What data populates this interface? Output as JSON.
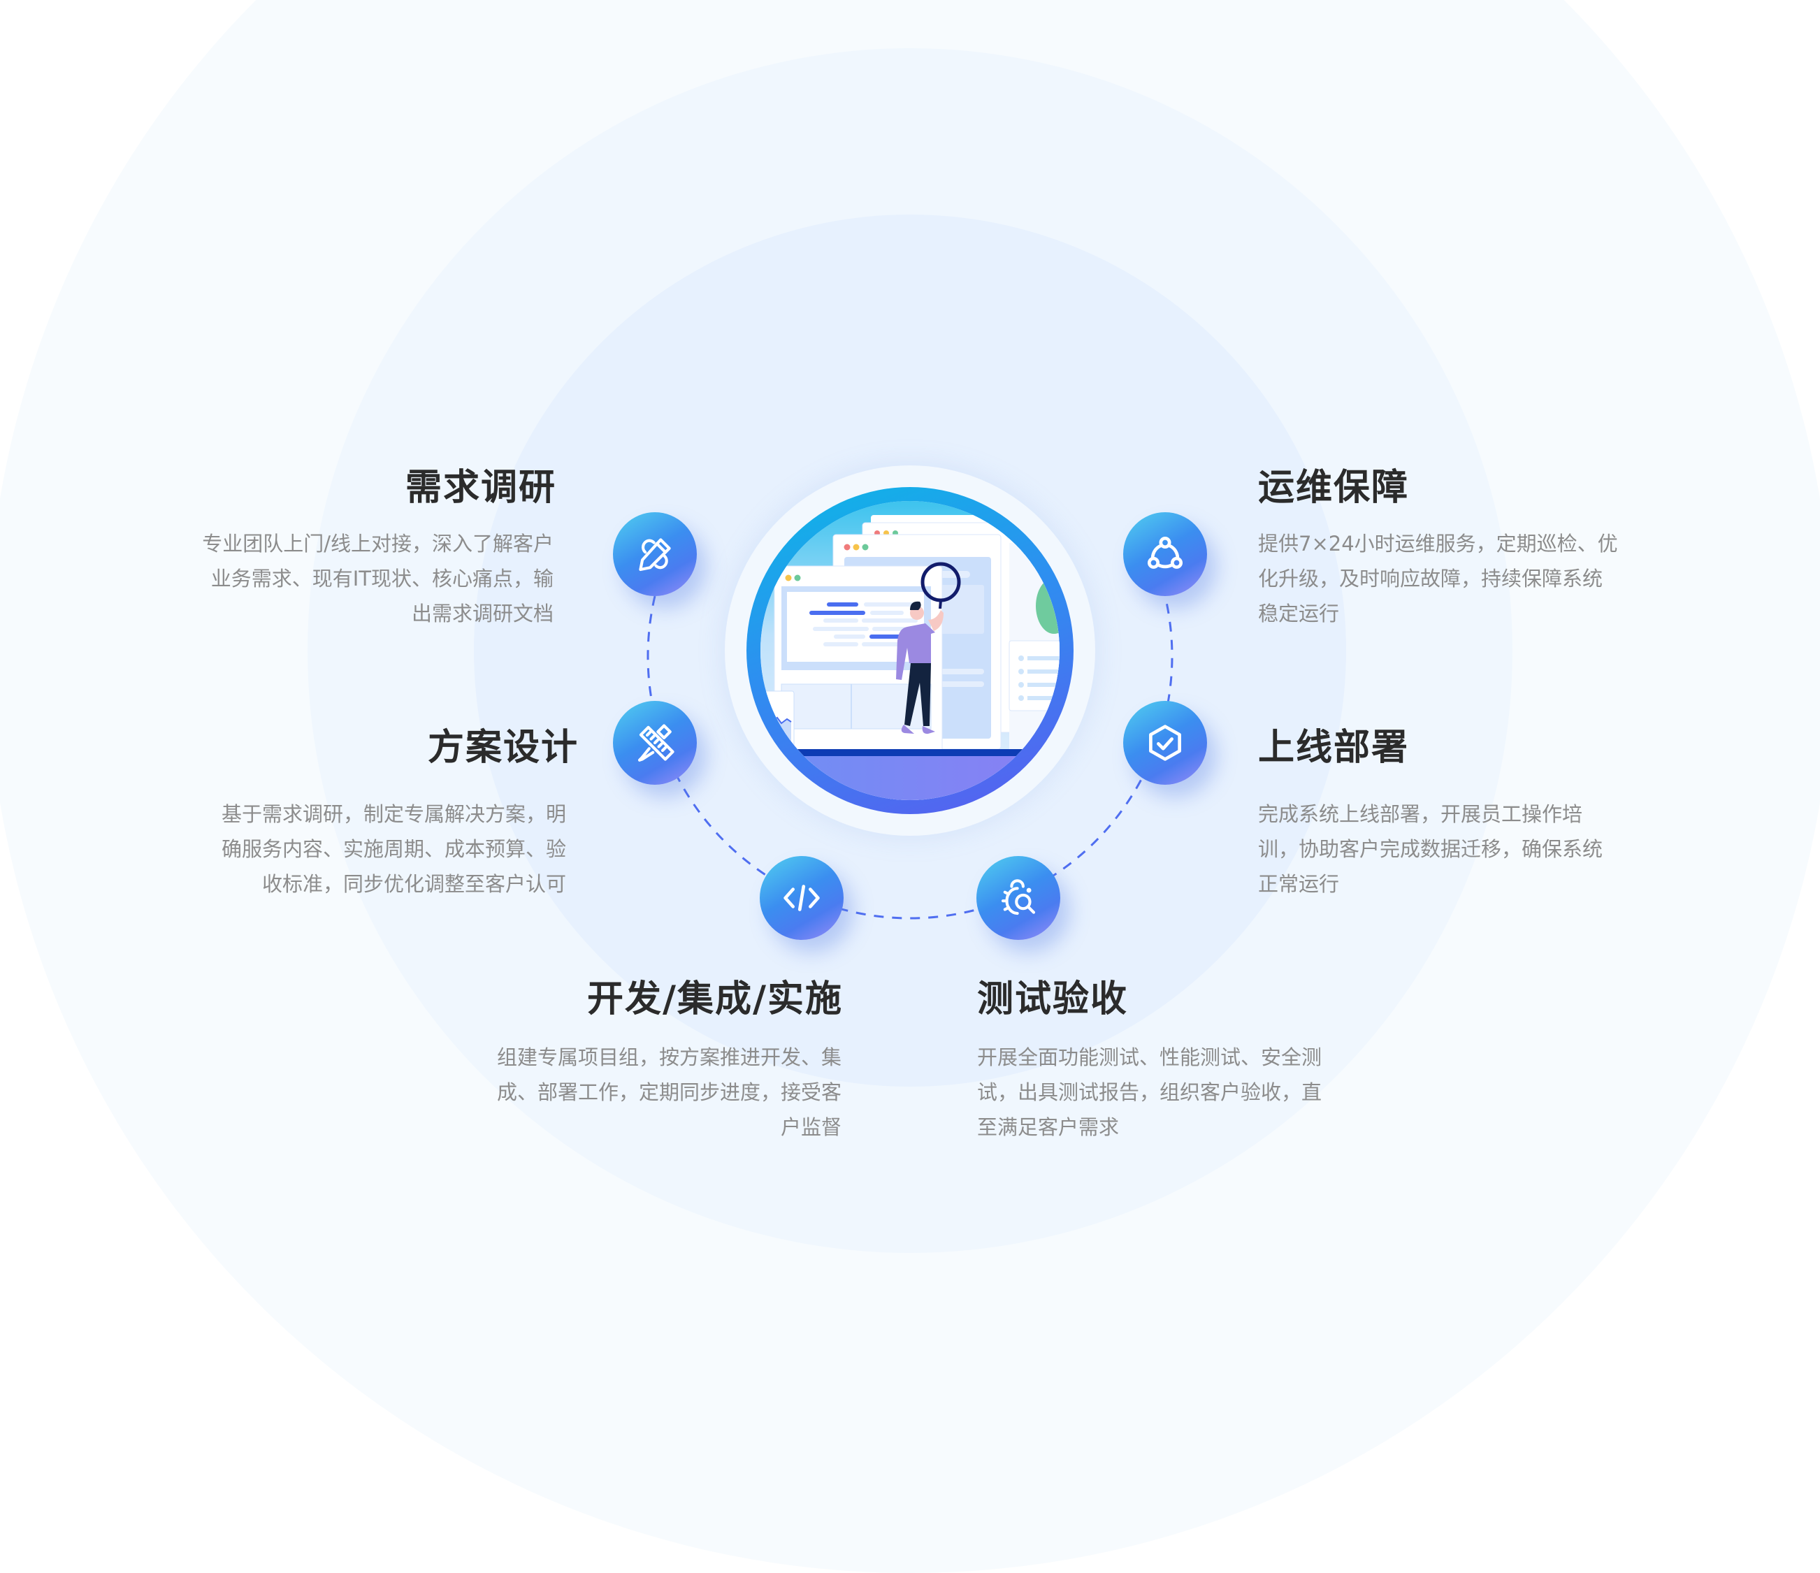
{
  "diagram": {
    "center_illustration": "person-with-magnifier-over-web-pages",
    "colors": {
      "title": "#2b2b2b",
      "description": "#8c8c8c",
      "icon_gradient_start": "#52d0ef",
      "icon_gradient_mid": "#3b8ef0",
      "icon_gradient_end": "#9a8ef8",
      "dashed_arc": "#4f6ef0",
      "ring_outer": "#f7fbfe",
      "ring_middle": "#f0f7fe",
      "ring_inner": "#e7f1fe"
    },
    "steps": [
      {
        "id": "research",
        "icon": "pencil-edit-icon",
        "title": "需求调研",
        "description_lines": [
          "专业团队上门/线上对接，深入了解客户",
          "业务需求、现有IT现状、核心痛点，输",
          "出需求调研文档"
        ]
      },
      {
        "id": "design",
        "icon": "ruler-pencil-icon",
        "title": "方案设计",
        "description_lines": [
          "基于需求调研，制定专属解决方案，明",
          "确服务内容、实施周期、成本预算、验",
          "收标准，同步优化调整至客户认可"
        ]
      },
      {
        "id": "develop",
        "icon": "code-icon",
        "title": "开发/集成/实施",
        "description_lines": [
          "组建专属项目组，按方案推进开发、集",
          "成、部署工作，定期同步进度，接受客",
          "户监督"
        ]
      },
      {
        "id": "test",
        "icon": "bug-search-icon",
        "title": "测试验收",
        "description_lines": [
          "开展全面功能测试、性能测试、安全测",
          "试，出具测试报告，组织客户验收，直",
          "至满足客户需求"
        ]
      },
      {
        "id": "deploy",
        "icon": "hexagon-check-icon",
        "title": "上线部署",
        "description_lines": [
          "完成系统上线部署，开展员工操作培",
          "训，协助客户完成数据迁移，确保系统",
          "正常运行"
        ]
      },
      {
        "id": "operate",
        "icon": "network-nodes-icon",
        "title": "运维保障",
        "description_lines": [
          "提供7×24小时运维服务，定期巡检、优",
          "化升级，及时响应故障，持续保障系统",
          "稳定运行"
        ]
      }
    ]
  }
}
